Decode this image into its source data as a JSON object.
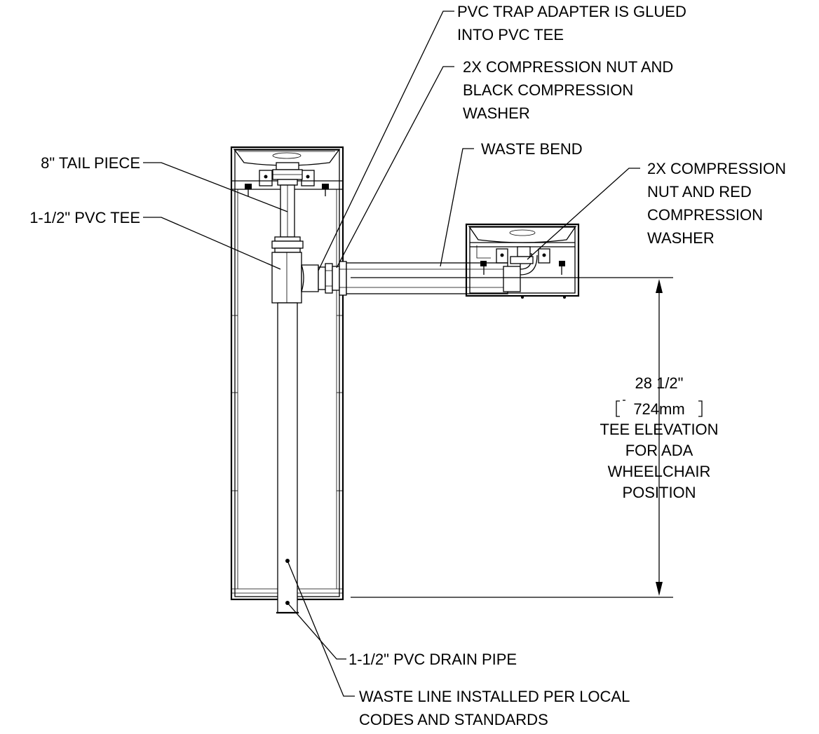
{
  "labels": {
    "trap_adapter": [
      "PVC TRAP ADAPTER IS GLUED",
      "INTO PVC TEE"
    ],
    "compression_black": [
      "2X COMPRESSION NUT AND",
      "BLACK COMPRESSION",
      "WASHER"
    ],
    "waste_bend": [
      "WASTE BEND"
    ],
    "compression_red": [
      "2X COMPRESSION",
      "NUT AND RED",
      "COMPRESSION",
      "WASHER"
    ],
    "tail_piece": [
      "8\" TAIL PIECE"
    ],
    "pvc_tee": [
      "1-1/2\" PVC TEE"
    ],
    "drain_pipe": [
      "1-1/2\" PVC DRAIN PIPE"
    ],
    "waste_line": [
      "WASTE LINE INSTALLED PER LOCAL",
      "CODES AND STANDARDS"
    ]
  },
  "dimension": {
    "imperial": "28 1/2\"",
    "metric": "724mm",
    "caption": [
      "TEE ELEVATION",
      "FOR ADA",
      "WHEELCHAIR",
      "POSITION"
    ]
  }
}
